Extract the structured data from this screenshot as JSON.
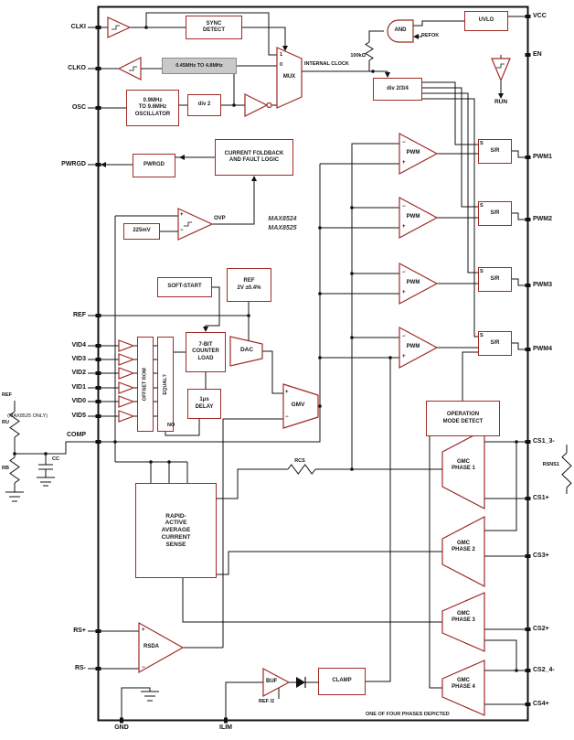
{
  "part": {
    "line1": "MAX8524",
    "line2": "MAX8525"
  },
  "pins": {
    "left": {
      "clki": "CLKI",
      "clko": "CLKO",
      "osc": "OSC",
      "pwrgd": "PWRGD",
      "ref": "REF",
      "vid4": "VID4",
      "vid3": "VID3",
      "vid2": "VID2",
      "vid1": "VID1",
      "vid0": "VID0",
      "vid5": "VID5",
      "vid5_note": "(MAX8525 ONLY)",
      "comp": "COMP",
      "rs_plus": "RS+",
      "rs_minus": "RS-"
    },
    "right": {
      "vcc": "VCC",
      "en": "EN",
      "pwm1": "PWM1",
      "pwm2": "PWM2",
      "pwm3": "PWM3",
      "pwm4": "PWM4",
      "cs1_3_minus": "CS1_3-",
      "cs1_plus": "CS1+",
      "cs3_plus": "CS3+",
      "cs2_plus": "CS2+",
      "cs2_4_minus": "CS2_4-",
      "cs4_plus": "CS4+"
    },
    "bottom": {
      "gnd": "GND",
      "ilim": "ILIM"
    }
  },
  "blocks": {
    "sync_detect": "SYNC\nDETECT",
    "uvlo": "UVLO",
    "freq_range": "0.45MHz TO 4.8MHz",
    "oscillator": "0.9MHz\nTO 9.6MHz\nOSCILLATOR",
    "div2": "div 2",
    "div234": "div 2/3/4",
    "pwrgd": "PWRGD",
    "fault": "CURRENT FOLDBACK\nAND FAULT LOGIC",
    "v225": "225mV",
    "soft_start": "SOFT-START",
    "ref2v": "REF\n2V ±0.4%",
    "counter": "7-BIT\nCOUNTER\nLOAD",
    "offset_rom": "OFFSET ROM",
    "equal": "EQUAL?",
    "delay": "1μs\nDELAY",
    "rapid": "RAPID-\nACTIVE\nAVERAGE\nCURRENT\nSENSE",
    "op_mode": "OPERATION\nMODE DETECT",
    "clamp": "CLAMP",
    "sr": "S/R",
    "s": "S",
    "gmc1": "GMC\nPHASE 1",
    "gmc2": "GMC\nPHASE 2",
    "gmc3": "GMC\nPHASE 3",
    "gmc4": "GMC\nPHASE 4"
  },
  "amps": {
    "pwm": "PWM",
    "gmv": "GMV",
    "rsda": "RSDA",
    "buf": "BUF",
    "ovp": "OVP",
    "dac": "DAC",
    "mux": "MUX",
    "and_gate": "AND"
  },
  "signals": {
    "internal_clock": "INTERNAL CLOCK",
    "run": "RUN",
    "refok": "REFOK",
    "r_100k": "100kΩ",
    "no": "NO",
    "ref_half": "REF /2",
    "mux_in1": "1",
    "mux_in0": "0",
    "plus": "+",
    "minus": "−"
  },
  "external": {
    "ref": "REF",
    "ru": "RU",
    "rb": "RB",
    "cc": "CC",
    "rcs": "RCS",
    "rsns1": "RSNS1"
  },
  "footer": "ONE OF FOUR PHASES DEPICTED"
}
